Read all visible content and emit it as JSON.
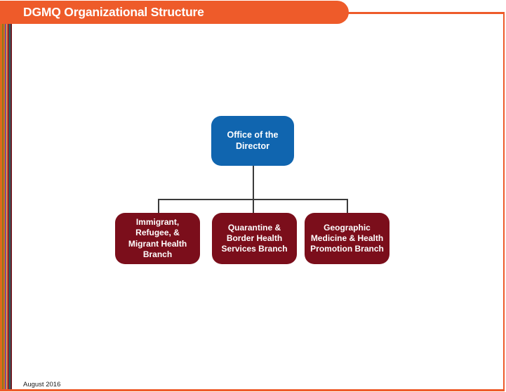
{
  "header": {
    "title": "DGMQ Organizational Structure"
  },
  "chart": {
    "type": "org-chart",
    "root": {
      "label": "Office of the\nDirector"
    },
    "branches": [
      {
        "label": "Immigrant,\nRefugee, &\nMigrant Health\nBranch"
      },
      {
        "label": "Quarantine &\nBorder Health\nServices Branch"
      },
      {
        "label": "Geographic\nMedicine & Health\nPromotion Branch"
      }
    ]
  },
  "footer": {
    "date": "August 2016"
  },
  "colors": {
    "orange": "#EE5B2A",
    "blue": "#1065AF",
    "maroon": "#7B0E1B",
    "connector": "#3B3B3B"
  },
  "stripes": [
    {
      "color": "#E0681C",
      "width": 3
    },
    {
      "color": "#8A7B1B",
      "width": 2
    },
    {
      "color": "#DD6620",
      "width": 2
    },
    {
      "color": "#7B4C92",
      "width": 2
    },
    {
      "color": "#E8C53C",
      "width": 1
    },
    {
      "color": "#C43A3C",
      "width": 2
    },
    {
      "color": "#54191E",
      "width": 1
    },
    {
      "color": "#2A6A70",
      "width": 2
    },
    {
      "color": "#6E1820",
      "width": 2
    }
  ]
}
